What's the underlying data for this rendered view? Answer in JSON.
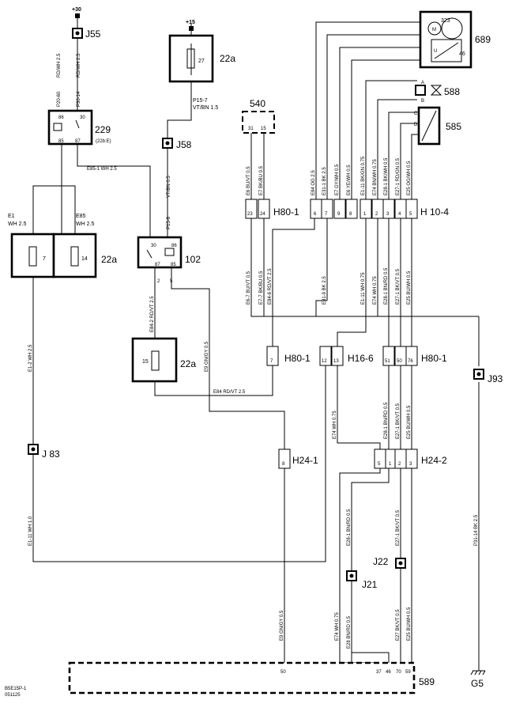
{
  "diagram": {
    "components": {
      "c689": "689",
      "c588": "588",
      "c585": "585",
      "c540": "540",
      "c229": "229",
      "c229_sub": "(22b:E)",
      "c102": "102",
      "c22a_top": "22a",
      "c22a_left": "22a",
      "c22a_mid": "22a",
      "c589": "589",
      "fuse27": "27",
      "fuse7": "7",
      "fuse14": "14",
      "fuse15": "15",
      "gauge_323": "323",
      "gauge_46": "46",
      "m_label": "M",
      "u_label": "U"
    },
    "junctions": {
      "j55": "J55",
      "j58": "J58",
      "j83": "J 83",
      "j93": "J93",
      "j21": "J21",
      "j22": "J22",
      "g5": "G5"
    },
    "supplies": {
      "s30": "+30",
      "s15": "+15"
    },
    "connectors": {
      "h80_1_top": "H80-1",
      "h10_4": "H 10-4",
      "h80_1_a": "H80-1",
      "h16_6": "H16-6",
      "h80_1_b": "H80-1",
      "h24_1": "H24-1",
      "h24_2": "H24-2"
    },
    "wires": {
      "rd_wh_a": "RD/WH 2.5",
      "rd_wh_b": "RD/WH 2.5",
      "p20_60": "P20-60",
      "p30_14": "P30-14",
      "p15_7": "P15-7",
      "vt_bn": "VT/BN 1.5",
      "e85_1": "E85-1 WH 2.5",
      "vt_bn_05": "VT/BN 0.5",
      "p15_8": "P15-8",
      "e1": "E1",
      "e1_wh": "WH 2.5",
      "e85": "E85",
      "e85_wh": "WH 2.5",
      "e1_2": "E1-2 WH 2.5",
      "e1_11": "E1-11 WH 1.0",
      "e84_2": "E84-2 RD/VT 2.5",
      "e84": "E84 RD/VT 2.5",
      "e9_gn": "E9 GN/GY 0.5",
      "e9_gn_b": "E9 GN/GY 0.5",
      "e6_bu": "E6 BU/VT 0.5",
      "e7_bk": "E7 BK/BU 0.5",
      "e84_og": "E84 OG 2.5",
      "e31_bk": "E31-1 BK 2.5",
      "e7_gy": "E7 GY/WH 0.5",
      "e6_ye": "E6 YE/WH 0.5",
      "e1_bk": "E1-11 BK/GN 0.75",
      "e74_bn": "E74 BN/WH 0.75",
      "e28_bk": "E28-1 BK/WH 0.5",
      "e27_rd": "E27-1 RD/GN 0.5",
      "e25_og": "E25 OG/WH 0.5",
      "e6_7": "E6-7 BU/VT 0.5",
      "e7_7": "E7-7 BK/BU 0.5",
      "e84_6": "E84-6 RD/VT 2.5",
      "e31_9": "E31-9 BK 2.5",
      "e1_11b": "E1-11 WH 0.75",
      "e74_wh": "E74 WH 0.75",
      "e28_bn": "E28-1 BN/RD 0.5",
      "e27_bk": "E27-1 BK/VT 0.5",
      "e25_bu": "E25 BU/WH 0.5",
      "e74_wh2": "E74 WH 0.75",
      "e28_bn2": "E28-1 BN/RD 0.5",
      "e27_bk2": "E27-1 BK/VT 0.5",
      "e25_bu2": "E25 BU/WH 0.5",
      "e28_bn3": "E28-1 BN/RD 0.5",
      "e27_bk3": "E27-1 BK/VT 0.5",
      "e74_bot": "E74 WH 0.75",
      "e28_bot": "E28 BN/RD 0.5",
      "e27_bot": "E27 BK/VT 0.5",
      "e25_bot": "E25 BU/WH 0.5",
      "p31_14": "P31-14 BK 2.5"
    },
    "pins": {
      "p50": "50",
      "p37": "37",
      "p46": "46",
      "p70": "70",
      "p59": "59",
      "p86": "86",
      "p30": "30",
      "p85": "85",
      "p87": "87",
      "p30b": "30",
      "p86b": "86",
      "p87b": "87",
      "p85b": "85",
      "p2": "2",
      "p5": "5",
      "h23": "23",
      "h24": "24",
      "h6": "6",
      "h7": "7",
      "h9": "9",
      "h8": "8",
      "h1": "1",
      "h2": "2",
      "h3": "3",
      "h4": "4",
      "h5": "5",
      "h7b": "7",
      "h12": "12",
      "h13": "13",
      "h51": "51",
      "h50": "50",
      "h76": "76",
      "h8b": "8",
      "h5b": "5",
      "h1b": "1",
      "h2b": "2",
      "h3b": "3",
      "s31": "31",
      "s15": "15",
      "g1": "1",
      "g2": "2",
      "g3": "3",
      "a": "A",
      "b": "B",
      "c": "C",
      "d": "D"
    },
    "footer": {
      "line1": "B5E15P-1",
      "line2": "051125"
    }
  }
}
